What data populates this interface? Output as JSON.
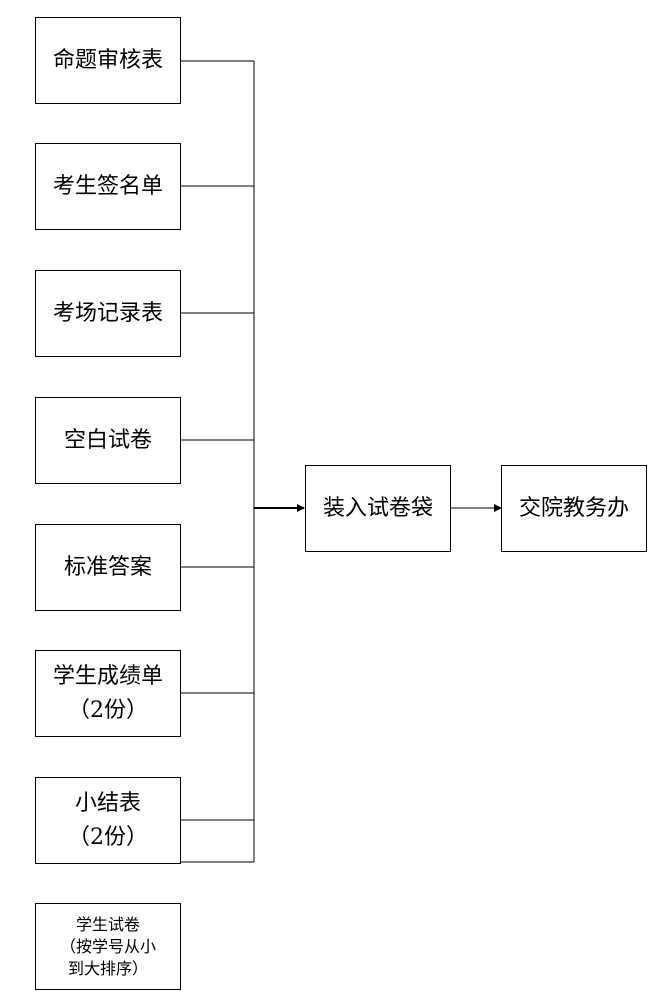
{
  "diagram": {
    "items": [
      {
        "label": "命题审核表"
      },
      {
        "label": "考生签名单"
      },
      {
        "label": "考场记录表"
      },
      {
        "label": "空白试卷"
      },
      {
        "label": "标准答案"
      },
      {
        "label": "学生成绩单\n（2份）"
      },
      {
        "label": "小结表\n（2份）"
      },
      {
        "label": "学生试卷\n（按学号从小\n到大排序）"
      }
    ],
    "target": {
      "label": "装入试卷袋"
    },
    "destination": {
      "label": "交院教务办"
    },
    "colors": {
      "line": "#000000",
      "box_border": "#000000",
      "background": "#ffffff"
    }
  }
}
